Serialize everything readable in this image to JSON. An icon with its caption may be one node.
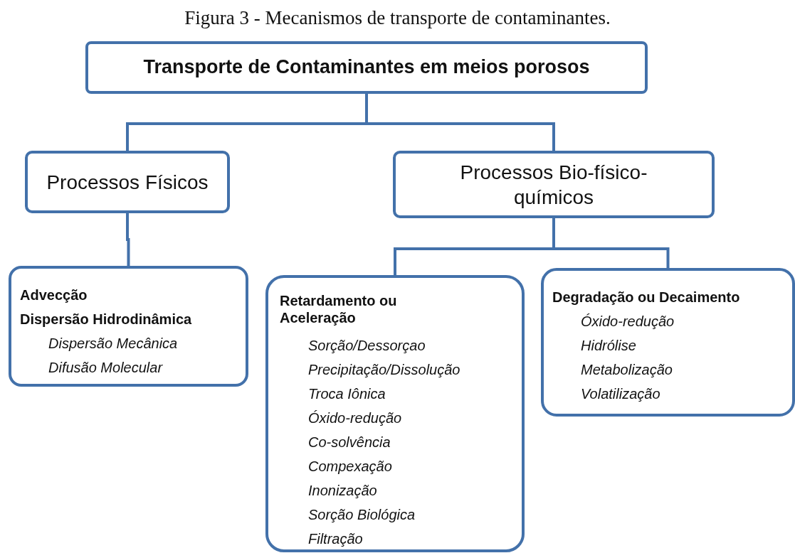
{
  "diagram": {
    "title": "Figura 3 - Mecanismos de transporte de contaminantes.",
    "nodes": [
      {
        "text": [
          "Transporte de Contaminantes em meios porosos"
        ]
      },
      {
        "text": [
          "Processos Físicos"
        ]
      },
      {
        "text": [
          "Processos Bio-físico-químicos"
        ]
      },
      {
        "text": [
          "Advecção",
          "Dispersão Hidrodinâmica",
          "Dispersão Mecânica",
          "Difusão Molecular"
        ]
      },
      {
        "text": [
          "Retardamento ou Aceleração",
          "Sorção/Dessorçao",
          "Precipitação/Dissolução",
          "Troca Iônica",
          "Óxido-redução",
          "Co-solvência",
          "Compexação",
          "Inonização",
          "Sorção Biológica",
          "Filtração"
        ]
      },
      {
        "text": [
          "Degradação ou Decaimento",
          "Óxido-redução",
          "Hidrólise",
          "Metabolização",
          "Volatilização"
        ]
      }
    ],
    "edges": [
      {
        "from": 0,
        "to": 1,
        "arrow": "none"
      },
      {
        "from": 0,
        "to": 2,
        "arrow": "none"
      },
      {
        "from": 1,
        "to": 3,
        "arrow": "none"
      },
      {
        "from": 2,
        "to": 4,
        "arrow": "none"
      },
      {
        "from": 2,
        "to": 5,
        "arrow": "none"
      }
    ]
  }
}
